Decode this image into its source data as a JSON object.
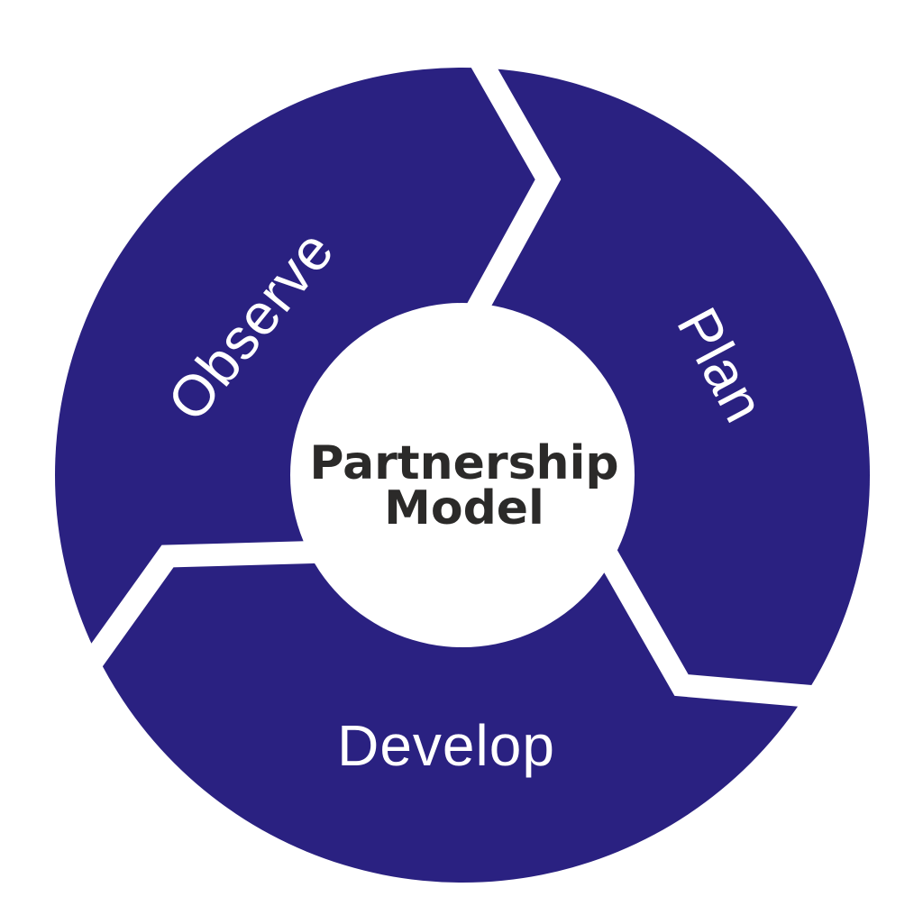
{
  "diagram": {
    "title": "Partnership Model cycle diagram",
    "type": "cycle",
    "flow_direction": "clockwise",
    "center_label": {
      "line1": "Partnership",
      "line2": "Model"
    },
    "segments": [
      {
        "label": "Observe",
        "position": "top-left"
      },
      {
        "label": "Plan",
        "position": "right"
      },
      {
        "label": "Develop",
        "position": "bottom"
      }
    ]
  },
  "colors": {
    "ring": "#2a2181",
    "background": "#ffffff",
    "segment_label_text": "#ffffff",
    "center_text": "#2b2a29"
  }
}
